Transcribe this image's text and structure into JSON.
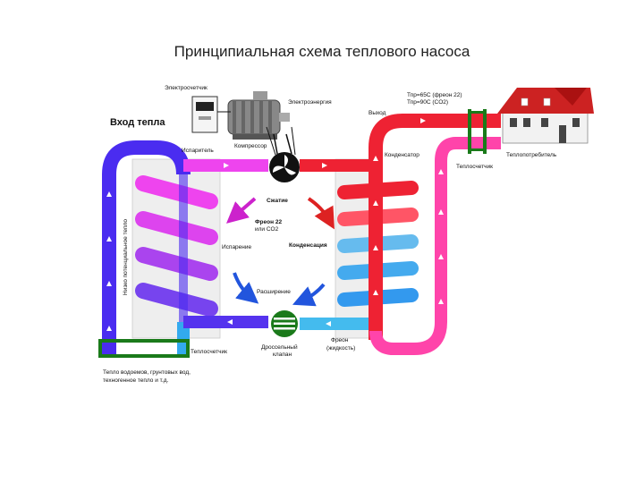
{
  "title": "Принципиальная схема теплового насоса",
  "labels": {
    "heat_input": "Вход тепла",
    "electric_meter": "Электросчетчик",
    "electric_energy": "Электроэнергия",
    "temp_line1": "Тпр=65С (фреон 22)",
    "temp_line2": "Тпр=90С (CO2)",
    "output": "Выход",
    "evaporator": "Испаритель",
    "compressor": "Компрессор",
    "condenser": "Конденсатор",
    "heat_meter_right": "Теплосчетчик",
    "heat_consumer": "Теплопотребитель",
    "low_potential_heat": "Низко потенциальное тепло",
    "compression": "Сжатие",
    "freon_line1": "Фреон 22",
    "freon_line2": "или CO2",
    "evaporation": "Испарение",
    "condensation": "Конденсация",
    "expansion": "Расширение",
    "heat_meter_left": "Теплосчетчик",
    "throttle_line1": "Дроссельный",
    "throttle_line2": "клапан",
    "freon_liquid_line1": "Фреон",
    "freon_liquid_line2": "(жидкость)",
    "bottom_line1": "Тепло водоемов, грунтовых вод,",
    "bottom_line2": "техногенное тепло и т.д."
  },
  "colors": {
    "blue": "#4a2cf0",
    "magenta": "#ee44ee",
    "red": "#ee2233",
    "pink": "#ff44aa",
    "cyan": "#33aaee",
    "green": "#1a7a1a",
    "roof": "#cc2222"
  }
}
